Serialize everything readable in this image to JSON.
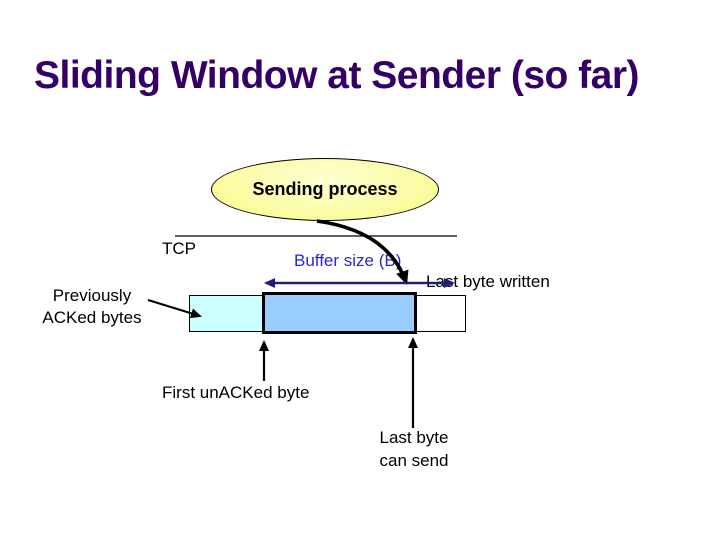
{
  "slide": {
    "title": "Sliding Window at Sender (so far)"
  },
  "diagram": {
    "process_label": "Sending process",
    "tcp_label": "TCP",
    "buffer_size_label": "Buffer size (B)",
    "last_byte_written_label": "Last byte written",
    "previously_acked": {
      "line1": "Previously",
      "line2": "ACKed bytes"
    },
    "first_unacked_label": "First unACKed byte",
    "last_byte_can_send": {
      "line1": "Last byte",
      "line2": "can send"
    }
  },
  "colors": {
    "title_color": "#330066",
    "ellipse_fill": "#FBFB9D",
    "acked_fill": "#CCFFFF",
    "window_fill": "#99CCFF",
    "free_fill": "#FFFFFF",
    "blue_label": "#2828CC",
    "navy_arrow": "#1F1F70"
  }
}
